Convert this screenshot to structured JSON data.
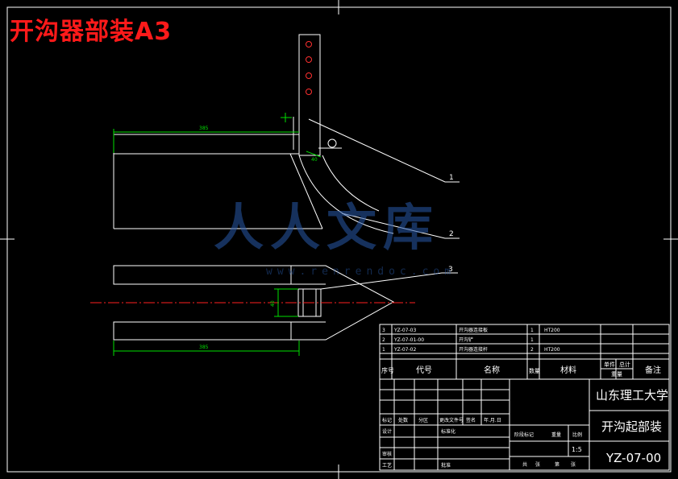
{
  "title": "开沟器部装A3",
  "watermark": {
    "text": "人人文库",
    "url": "www.renrendoc.com"
  },
  "leaders": [
    "1",
    "2",
    "3"
  ],
  "dims": {
    "top_length": "385",
    "bottom_length": "385",
    "height": "40",
    "small": "40"
  },
  "bom": [
    {
      "no": "3",
      "code": "YZ-07-03",
      "name": "开沟器连接板",
      "qty": "1",
      "material": "HT200"
    },
    {
      "no": "2",
      "code": "YZ-07-01-00",
      "name": "开沟铲",
      "qty": "1",
      "material": ""
    },
    {
      "no": "1",
      "code": "YZ-07-02",
      "name": "开沟器连接杆",
      "qty": "2",
      "material": "HT200"
    }
  ],
  "bom_header": {
    "no": "序号",
    "code": "代号",
    "name": "名称",
    "qty": "数量",
    "material": "材料",
    "unit": "单件",
    "total": "总计",
    "weight": "重量",
    "note": "备注"
  },
  "titleblock": {
    "university": "山东理工大学",
    "drawing_name": "开沟起部装",
    "drawing_no": "YZ-07-00",
    "scale": "1:5",
    "rev_cols": [
      "标记",
      "处数",
      "分区",
      "更改文件号",
      "签名",
      "年.月.日"
    ],
    "rows": [
      "设计",
      "标准化",
      "审核",
      "工艺",
      "批准"
    ],
    "stage_labels": [
      "阶段标记",
      "重量",
      "比例"
    ],
    "sheet_labels": [
      "共",
      "张",
      "第",
      "张"
    ]
  },
  "colors": {
    "line": "#ffffff",
    "dim": "#00e000",
    "center": "#ff2020",
    "title": "#ff1a1a"
  }
}
